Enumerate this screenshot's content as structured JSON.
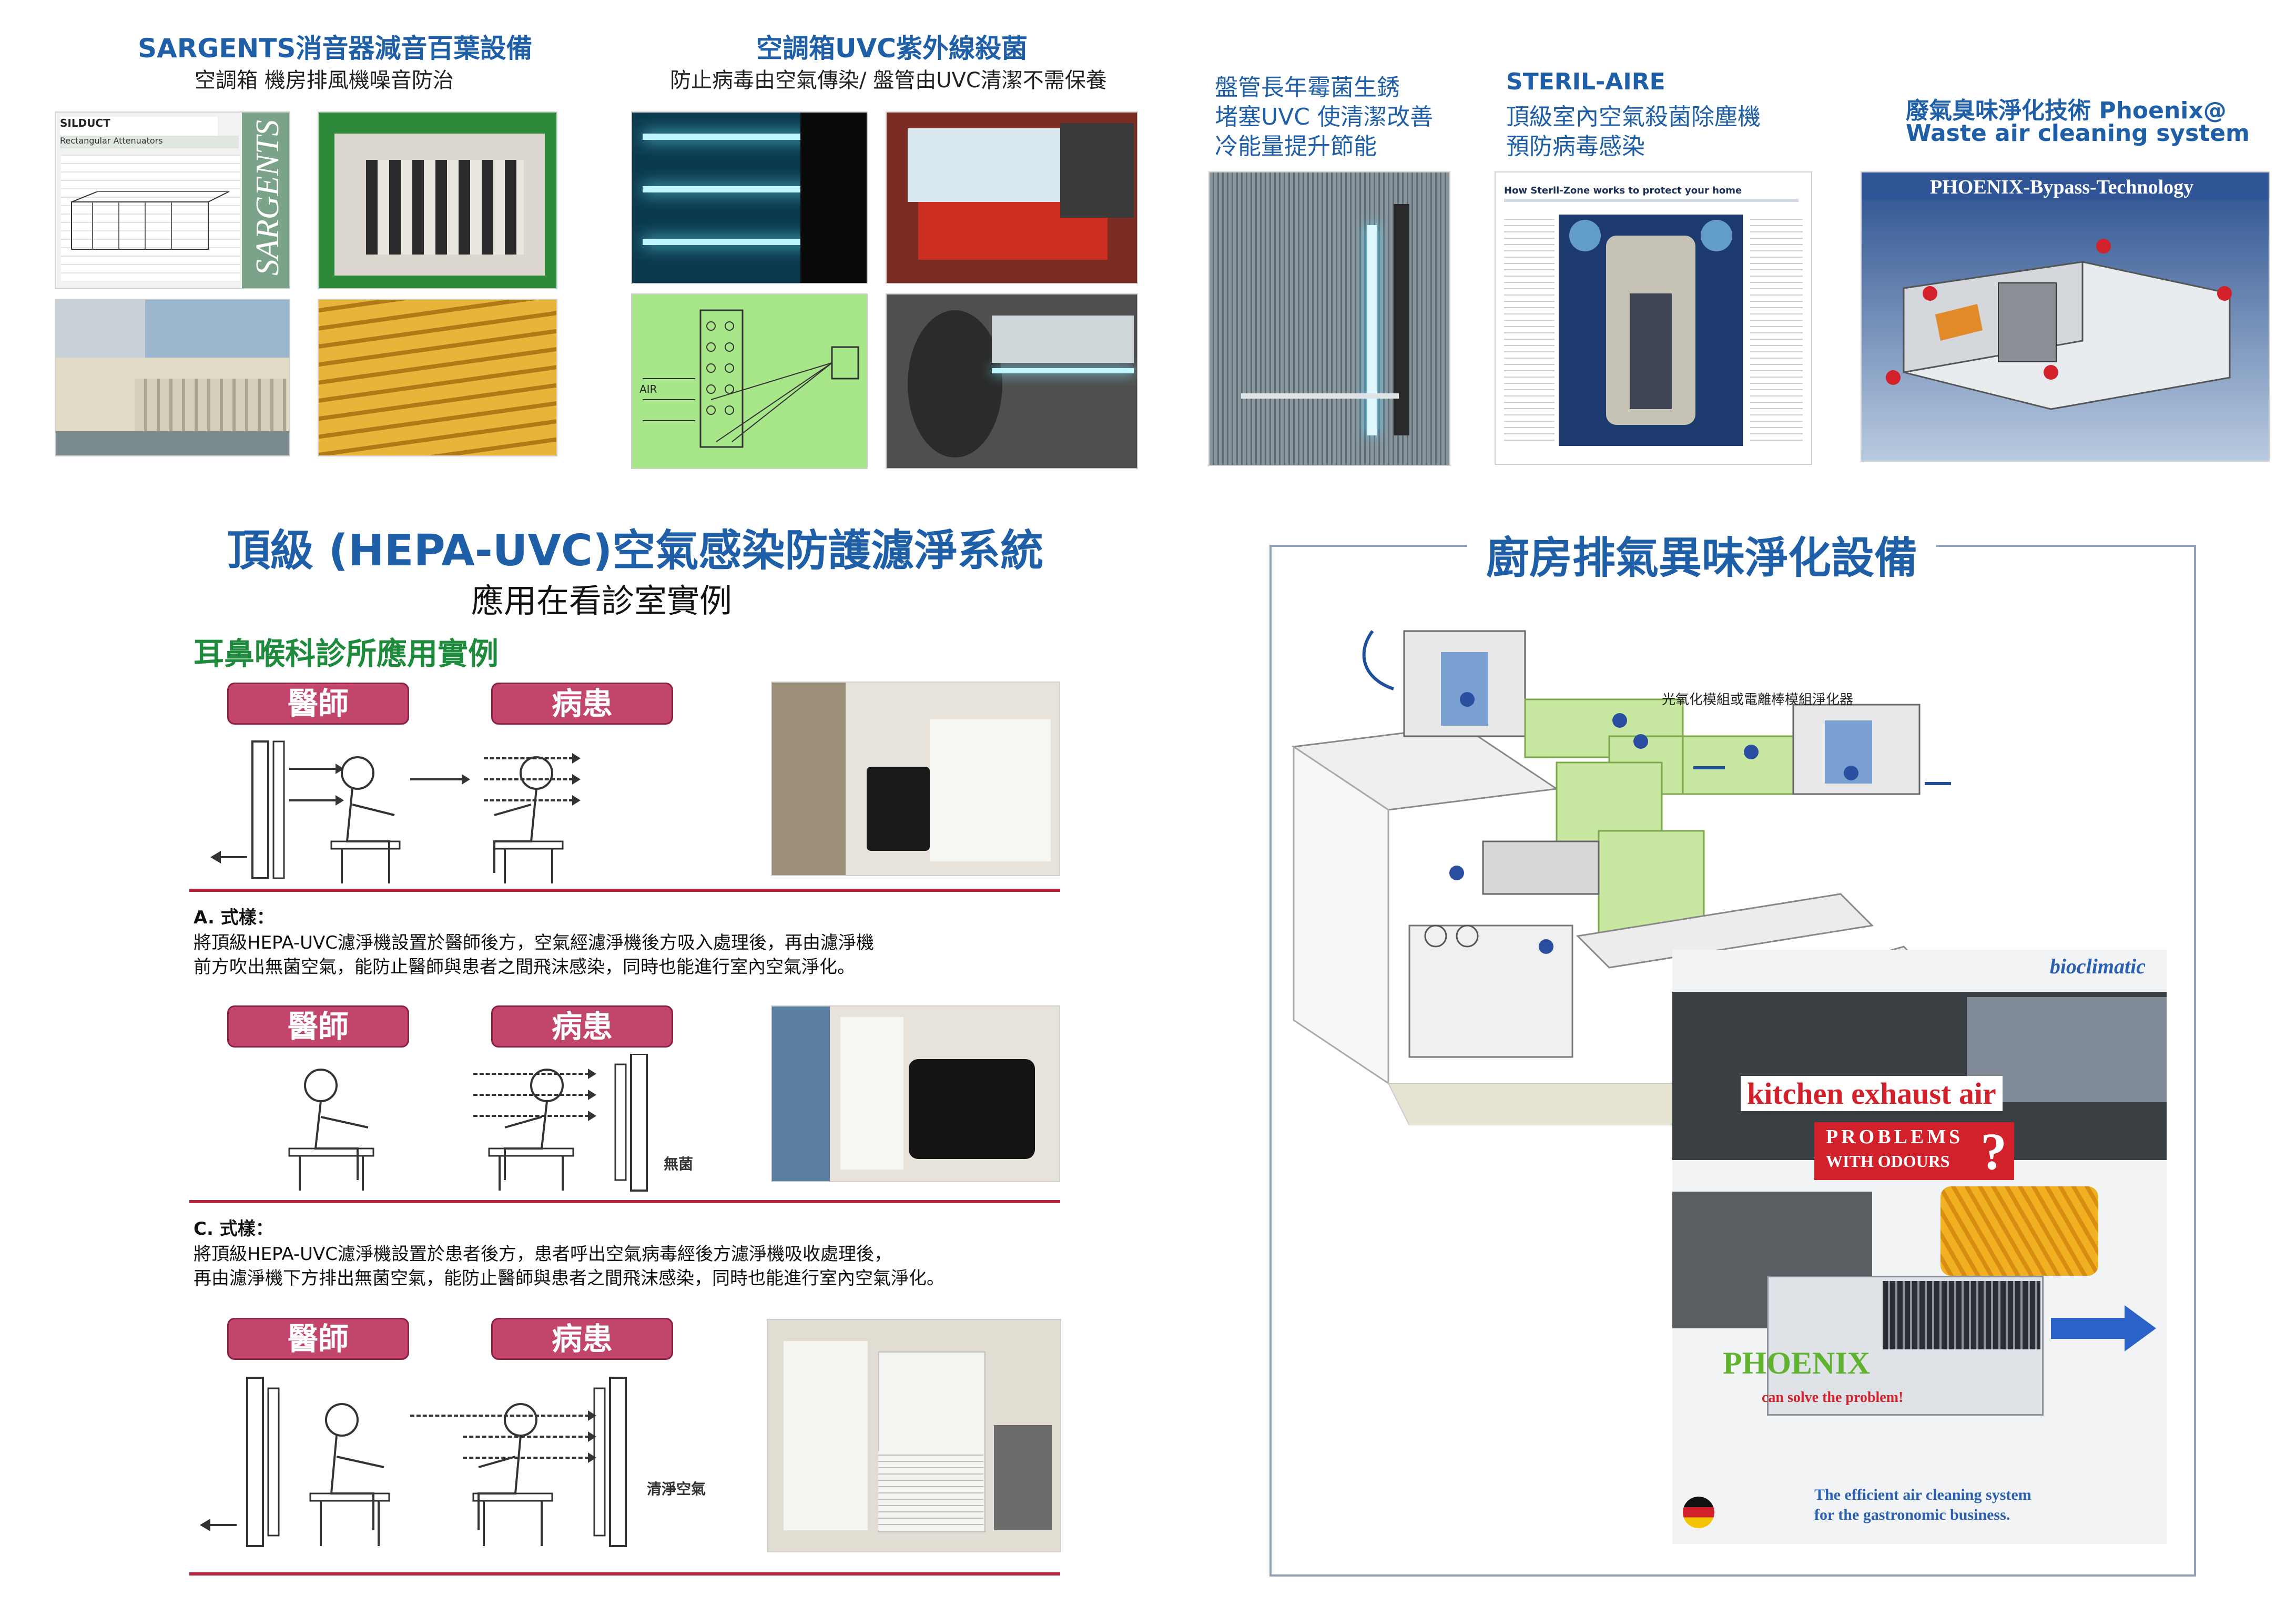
{
  "section1": {
    "title": "SARGENTS消音器減音百葉設備",
    "subtitle": "空調箱  機房排風機噪音防治",
    "brochure_title": "SILDUCT",
    "brochure_subtitle": "Rectangular Attenuators",
    "brand_vertical": "SARGENTS"
  },
  "section2": {
    "title": "空調箱UVC紫外線殺菌",
    "subtitle": "防止病毒由空氣傳染/ 盤管由UVC清潔不需保養",
    "diagram_label_air": "AIR"
  },
  "section3": {
    "title_line1": "盤管長年霉菌生銹",
    "title_line2": "堵塞UVC 使清潔改善",
    "title_line3": "冷能量提升節能"
  },
  "section4": {
    "title_line1": "STERIL-AIRE",
    "title_line2": "頂級室內空氣殺菌除塵機",
    "title_line3": "預防病毒感染",
    "brochure_heading": "How Steril-Zone works to protect your home"
  },
  "section5": {
    "title_line1": "廢氣臭味淨化技術 Phoenix@",
    "title_line2": "Waste air cleaning system",
    "banner": "PHOENIX-Bypass-Technology"
  },
  "hepa": {
    "title": "頂級 (HEPA-UVC)空氣感染防護濾淨系統",
    "subtitle": "應用在看診室實例",
    "clinic_heading": "耳鼻喉科診所應用實例",
    "doctor": "醫師",
    "patient": "病患",
    "row1_caption_label": "A. 式樣：",
    "row1_caption_line1": "將頂級HEPA-UVC濾淨機設置於醫師後方，空氣經濾淨機後方吸入處理後，再由濾淨機",
    "row1_caption_line2": "前方吹出無菌空氣，能防止醫師與患者之間飛沫感染，同時也能進行室內空氣淨化。",
    "row2_side_label": "無菌",
    "row3_caption_label": "C. 式樣：",
    "row3_caption_line1": "將頂級HEPA-UVC濾淨機設置於患者後方，患者呼出空氣病毒經後方濾淨機吸收處理後，",
    "row3_caption_line2": "再由濾淨機下方排出無菌空氣，能防止醫師與患者之間飛沫感染，同時也能進行室內空氣淨化。",
    "row3_side_label": "清淨空氣"
  },
  "kitchen": {
    "title": "廚房排氣異味淨化設備",
    "diagram_label": "光氧化模組或電離棒模組淨化器",
    "brand": "bioclimatic",
    "headline": "kitchen exhaust air",
    "problems_line1": "PROBLEMS",
    "problems_line2": "WITH ODOURS",
    "problems_mark": "?",
    "phoenix": "PHOENIX",
    "solve": "can solve the problem!",
    "footer_line1": "The efficient air cleaning system",
    "footer_line2": "for the gastronomic business."
  },
  "colors": {
    "title_blue": "#1f5fa8",
    "pill_red": "#c2456b",
    "rule_red": "#b0263f",
    "clinic_green": "#1e8a3c"
  }
}
